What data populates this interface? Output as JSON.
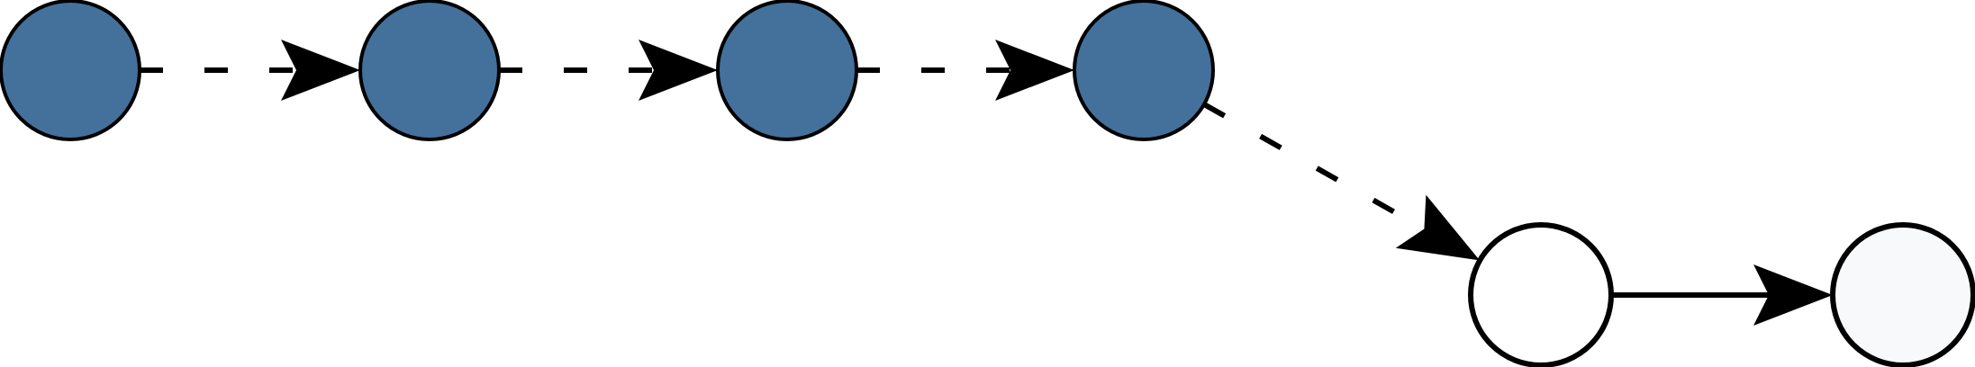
{
  "colors": {
    "filled_node": "#43719c",
    "outline_node": "#ffffff",
    "final_node": "#f8f9fb",
    "stroke": "#000000"
  },
  "nodes": [
    {
      "id": "n1",
      "style": "filled"
    },
    {
      "id": "n2",
      "style": "filled"
    },
    {
      "id": "n3",
      "style": "filled"
    },
    {
      "id": "n4",
      "style": "filled"
    },
    {
      "id": "n5",
      "style": "outline"
    },
    {
      "id": "n6",
      "style": "final"
    }
  ],
  "edges": [
    {
      "from": "n1",
      "to": "n2",
      "style": "dashed"
    },
    {
      "from": "n2",
      "to": "n3",
      "style": "dashed"
    },
    {
      "from": "n3",
      "to": "n4",
      "style": "dashed"
    },
    {
      "from": "n4",
      "to": "n5",
      "style": "dashed"
    },
    {
      "from": "n5",
      "to": "n6",
      "style": "solid"
    }
  ]
}
